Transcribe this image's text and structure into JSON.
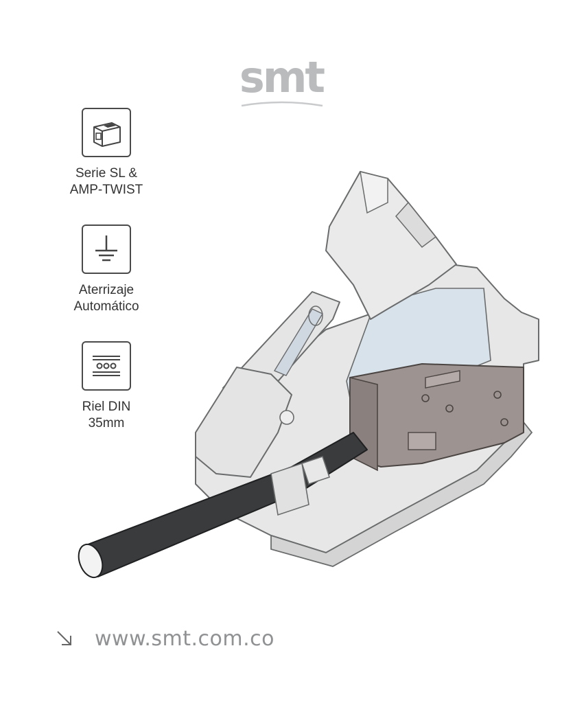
{
  "brand": {
    "logo_text": "smt"
  },
  "features": [
    {
      "icon": "rj45-jack-icon",
      "label_line1": "Serie SL &",
      "label_line2": "AMP-TWIST"
    },
    {
      "icon": "ground-icon",
      "label_line1": "Aterrizaje",
      "label_line2": "Automático"
    },
    {
      "icon": "din-rail-icon",
      "label_line1": "Riel DIN",
      "label_line2": "35mm"
    }
  ],
  "footer": {
    "icon": "arrow-down-right-icon",
    "url": "www.smt.com.co"
  },
  "colors": {
    "logo": "#b9bbbd",
    "housing": "#e6e7e6",
    "cable": "#3a3b3c",
    "connector": "#9d9391"
  }
}
